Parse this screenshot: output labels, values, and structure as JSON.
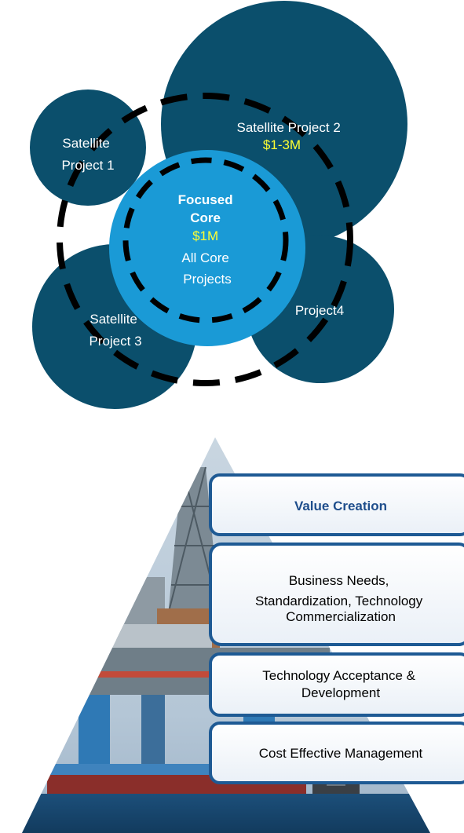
{
  "colors": {
    "satellite": "#0b4f6c",
    "core": "#1a9ad6",
    "dash": "#000000",
    "text_white": "#ffffff",
    "budget_yellow": "#ffff33",
    "box_border": "#1e5a94",
    "value_text": "#1f4e8c"
  },
  "satellites": {
    "p1": {
      "line1": "Satellite",
      "line2": "Project 1"
    },
    "p2": {
      "line1": "Satellite Project 2",
      "budget": "$1-3M"
    },
    "p3": {
      "line1": "Satellite",
      "line2": "Project 3"
    },
    "p4": {
      "line1": "Project4"
    }
  },
  "core": {
    "line1": "Focused",
    "line2": "Core",
    "budget": "$1M",
    "line3": "All Core",
    "line4": "Projects"
  },
  "pyramid": {
    "image_description_icon": "offshore-oil-rig-photo",
    "boxes": {
      "value_creation": "Value Creation",
      "business_line1": "Business Needs,",
      "business_line2": "Standardization, Technology",
      "business_line3": "Commercialization",
      "tech_line1": "Technology Acceptance &",
      "tech_line2": "Development",
      "cost": "Cost Effective Management"
    }
  }
}
